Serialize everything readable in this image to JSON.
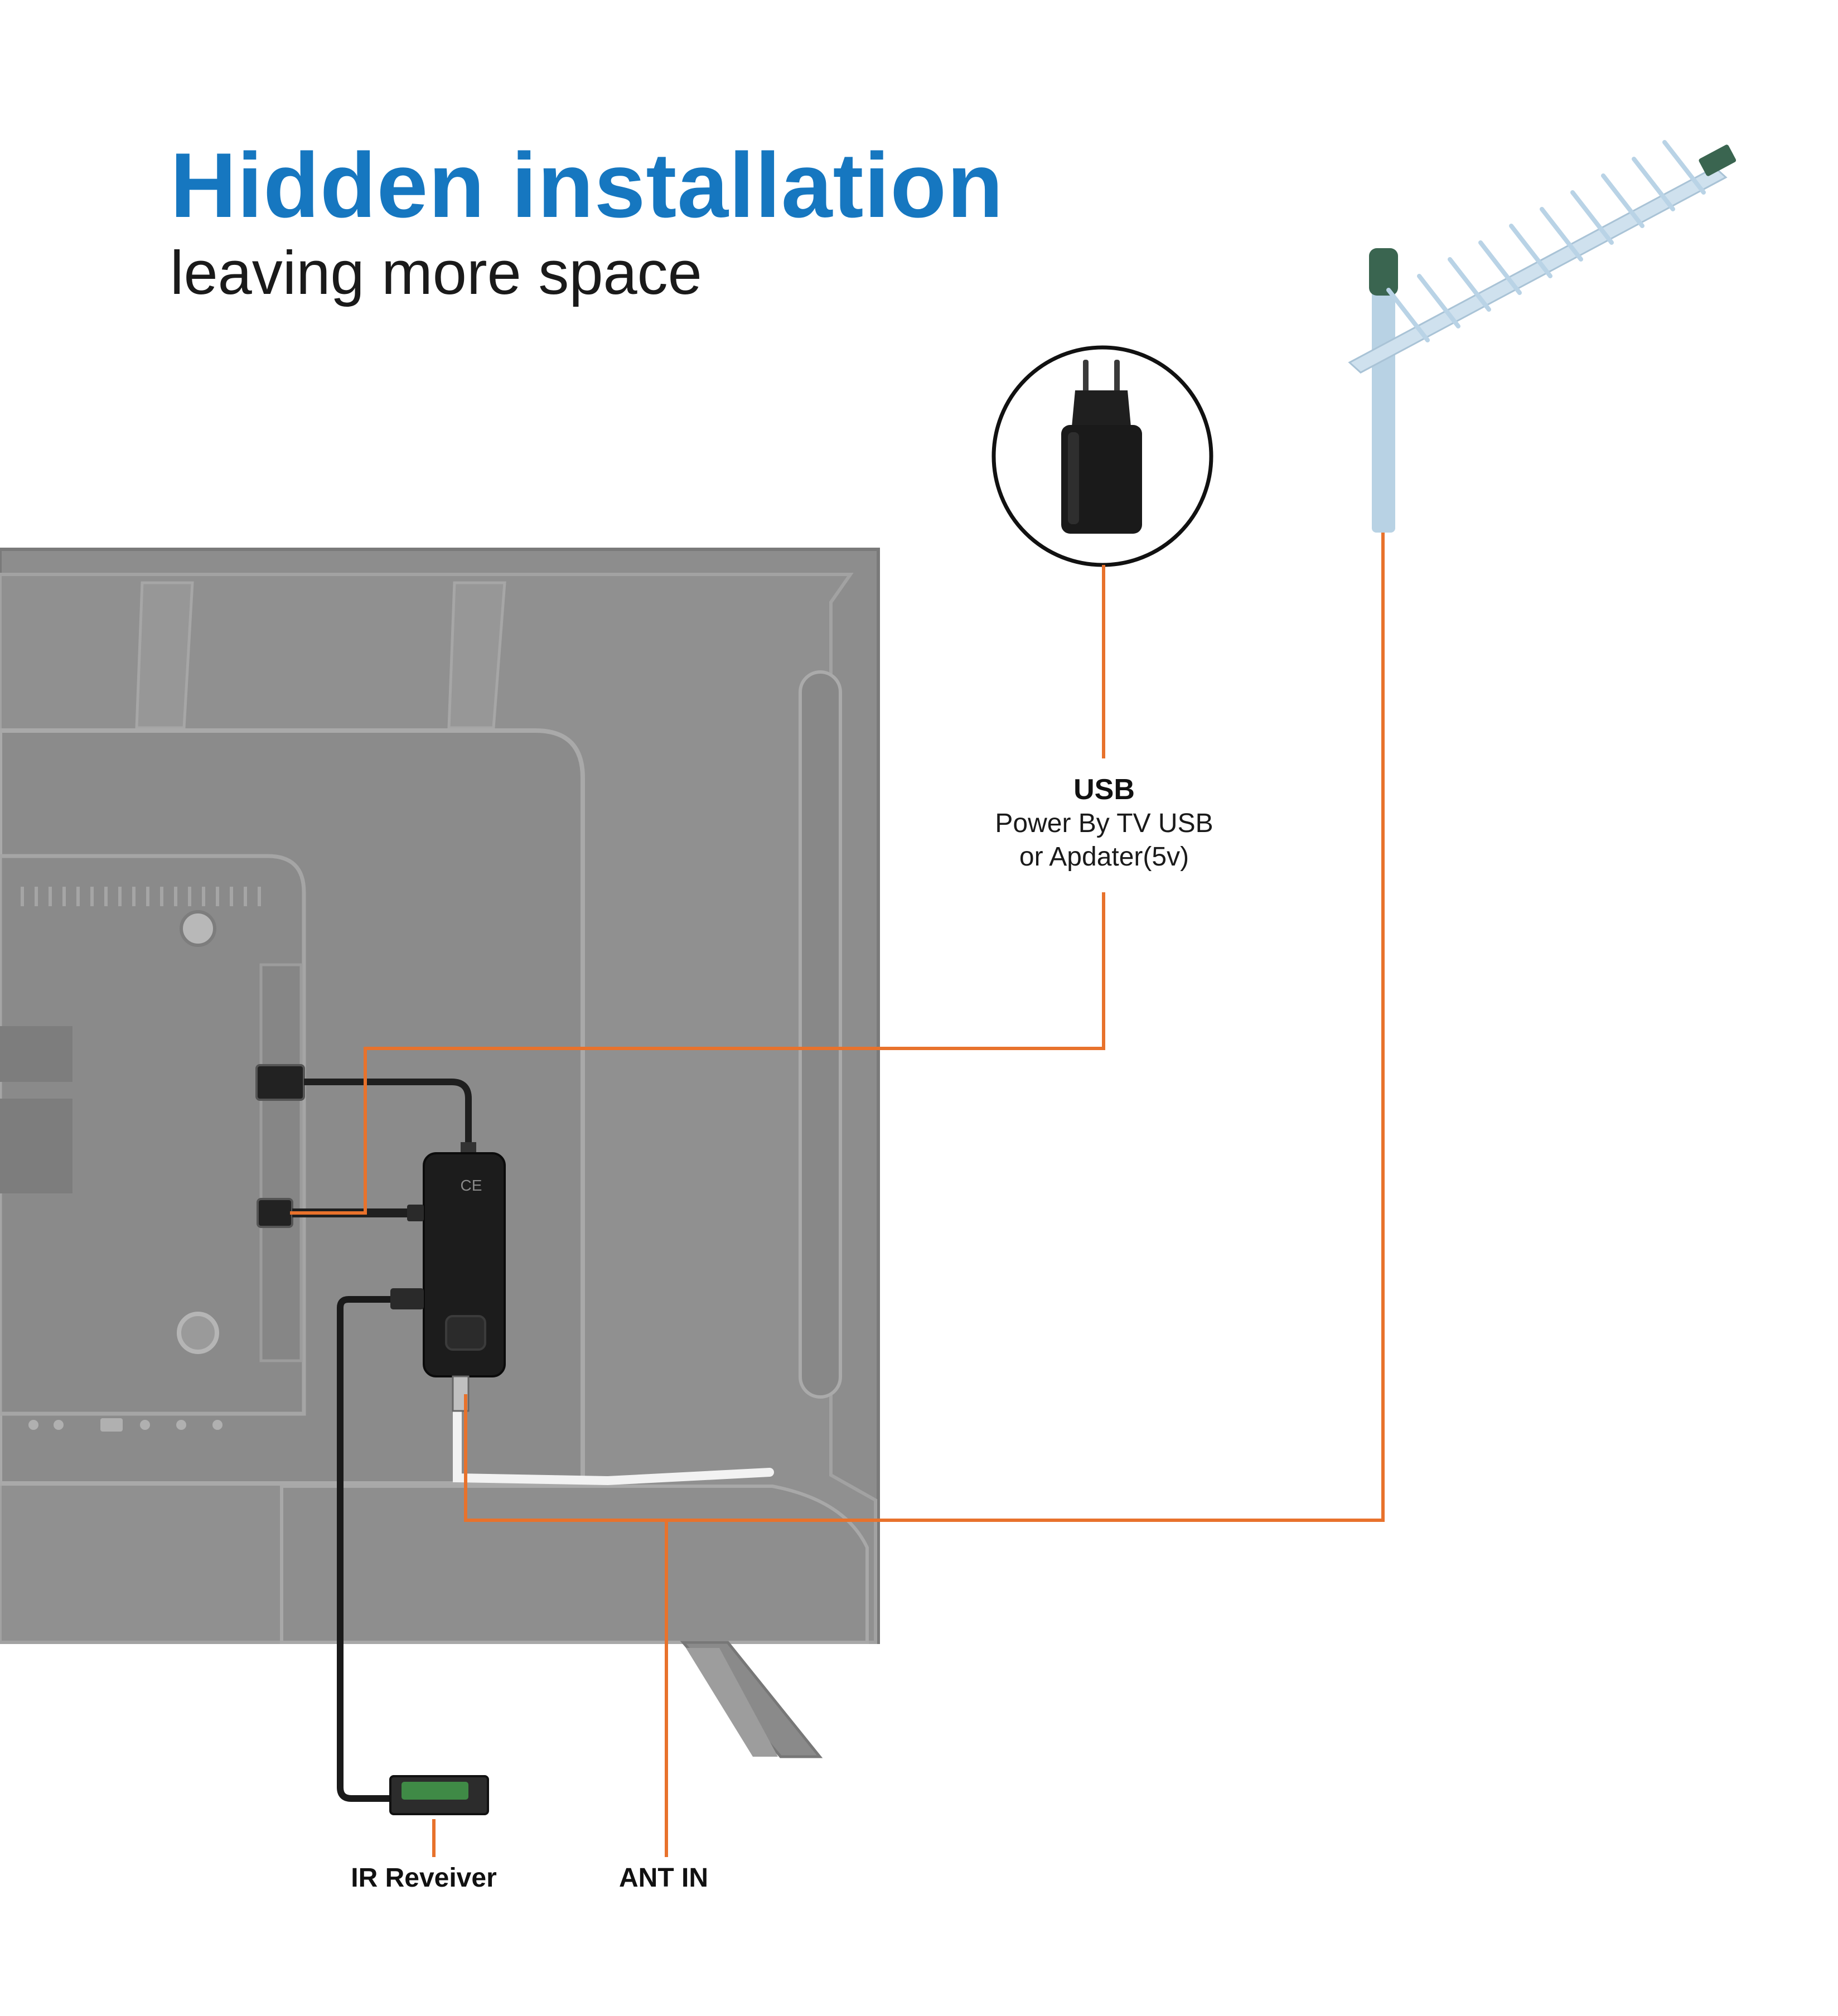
{
  "header": {
    "title": "Hidden installation",
    "subtitle": "leaving more space"
  },
  "labels": {
    "usb_title": "USB",
    "usb_line1": "Power By TV USB",
    "usb_line2": "or Apdater(5v)",
    "ir_receiver": "IR Reveiver",
    "ant_in": "ANT IN"
  },
  "device": {
    "marking": "CE"
  },
  "colors": {
    "headline": "#1677c0",
    "callout_line": "#e8722c",
    "tv_body": "#8f8f8f",
    "antenna": "#b9d3e6"
  }
}
